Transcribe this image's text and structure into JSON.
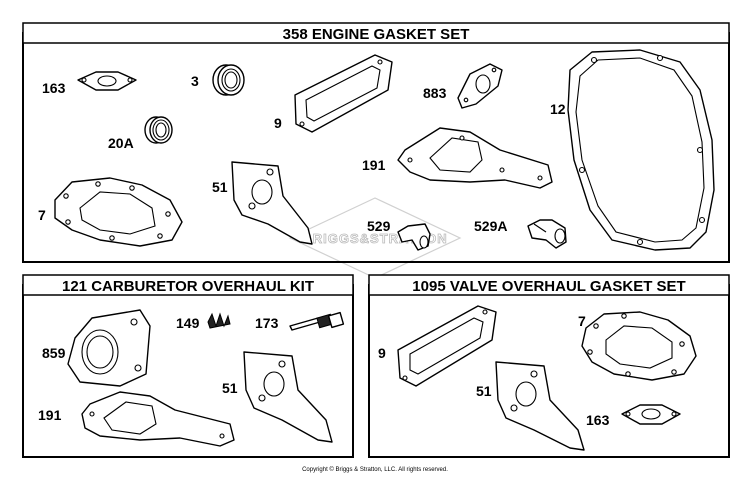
{
  "panels": {
    "engine": {
      "title": "358 ENGINE GASKET SET"
    },
    "carb": {
      "title": "121 CARBURETOR OVERHAUL KIT"
    },
    "valve": {
      "title": "1095 VALVE OVERHAUL GASKET SET"
    }
  },
  "callouts": {
    "engine": {
      "c163": "163",
      "c3": "3",
      "c9": "9",
      "c883": "883",
      "c12": "12",
      "c20a": "20A",
      "c191": "191",
      "c51": "51",
      "c7": "7",
      "c529": "529",
      "c529a": "529A"
    },
    "carb": {
      "c859": "859",
      "c149": "149",
      "c173": "173",
      "c191": "191",
      "c51": "51"
    },
    "valve": {
      "c9": "9",
      "c7": "7",
      "c51": "51",
      "c163": "163"
    }
  },
  "watermark": "BRIGGS&STRATTON",
  "footer": {
    "copyright": "Copyright © Briggs & Stratton, LLC. All rights reserved."
  }
}
